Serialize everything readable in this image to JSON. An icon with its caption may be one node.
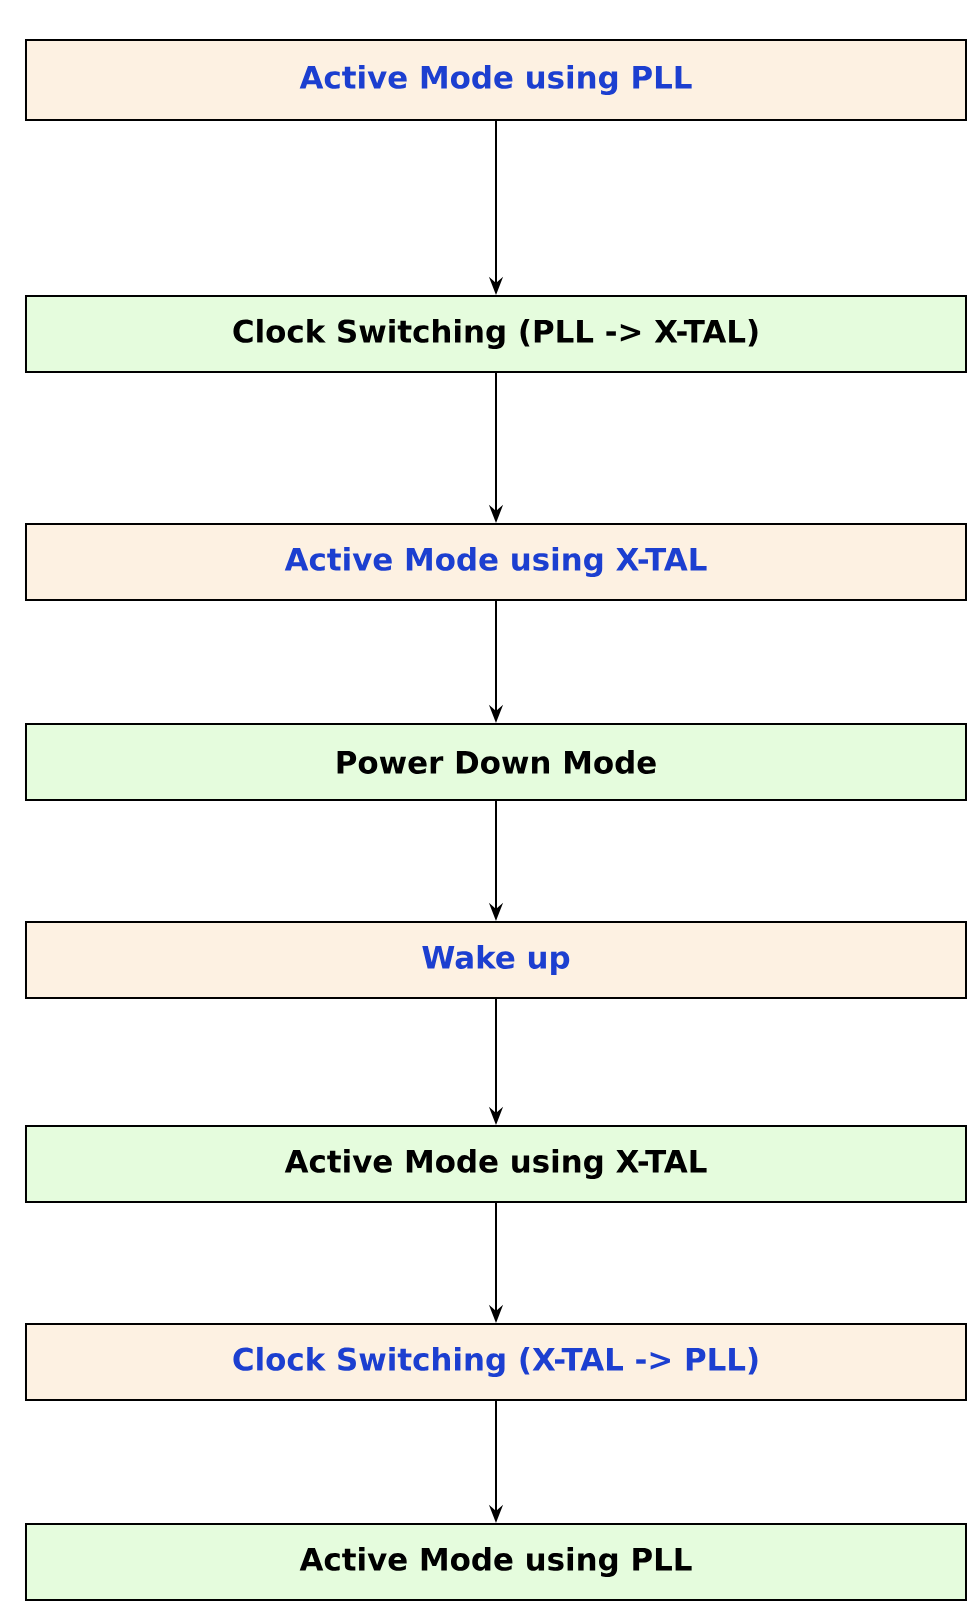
{
  "diagram": {
    "nodes": [
      {
        "text": [
          "Active Mode using PLL"
        ]
      },
      {
        "text": [
          "Clock Switching (PLL -> X-TAL)"
        ]
      },
      {
        "text": [
          "Active Mode using X-TAL"
        ]
      },
      {
        "text": [
          "Power Down Mode"
        ]
      },
      {
        "text": [
          "Wake up"
        ]
      },
      {
        "text": [
          "Active Mode using X-TAL"
        ]
      },
      {
        "text": [
          "Clock Switching (X-TAL -> PLL)"
        ]
      },
      {
        "text": [
          "Active Mode using PLL"
        ]
      }
    ],
    "edges": [
      {
        "from": 0,
        "to": 1,
        "arrow": "to"
      },
      {
        "from": 1,
        "to": 2,
        "arrow": "to"
      },
      {
        "from": 2,
        "to": 3,
        "arrow": "to"
      },
      {
        "from": 3,
        "to": 4,
        "arrow": "to"
      },
      {
        "from": 4,
        "to": 5,
        "arrow": "to"
      },
      {
        "from": 5,
        "to": 6,
        "arrow": "to"
      },
      {
        "from": 6,
        "to": 7,
        "arrow": "to"
      }
    ]
  }
}
